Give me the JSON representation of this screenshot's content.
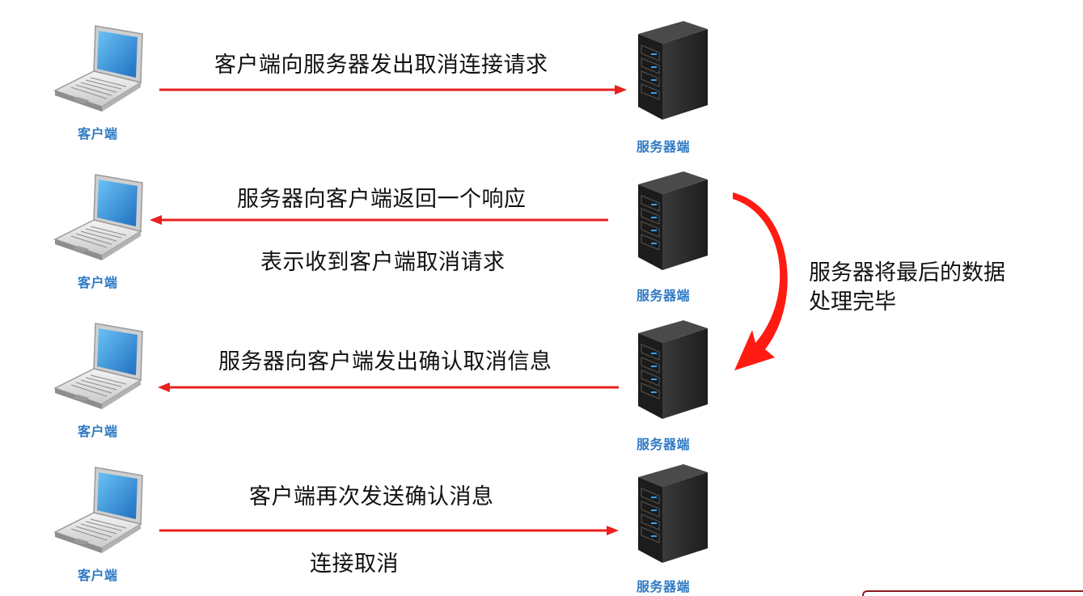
{
  "nodes": {
    "client_label": "客户端",
    "server_label": "服务器端"
  },
  "steps": [
    {
      "direction": "client-to-server",
      "lines": [
        "客户端向服务器发出取消连接请求"
      ]
    },
    {
      "direction": "server-to-client",
      "lines": [
        "服务器向客户端返回一个响应",
        "表示收到客户端取消请求"
      ]
    },
    {
      "direction": "server-to-client",
      "lines": [
        "服务器向客户端发出确认取消信息"
      ]
    },
    {
      "direction": "client-to-server",
      "lines": [
        "客户端再次发送确认消息",
        "连接取消"
      ]
    }
  ],
  "side_note": {
    "line1": "服务器将最后的数据",
    "line2": "处理完毕"
  },
  "colors": {
    "arrow": "#e8201f",
    "label": "#2e79c4",
    "text": "#111111",
    "screen": "#2f8fd8",
    "server_body": "#2c2c2c"
  }
}
